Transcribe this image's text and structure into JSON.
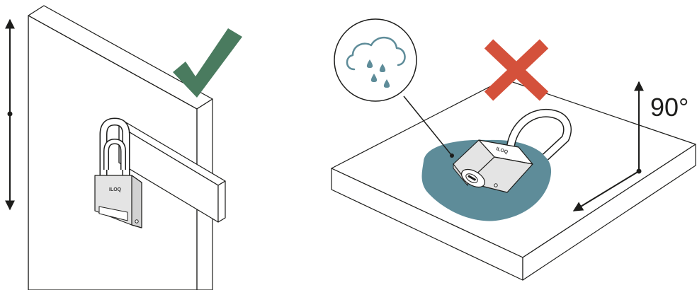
{
  "left_panel": {
    "verdict": "correct",
    "verdict_icon": "check-icon",
    "verdict_color": "#4a7b5f",
    "lock_brand": "ILOQ"
  },
  "right_panel": {
    "verdict": "incorrect",
    "verdict_icon": "cross-icon",
    "verdict_color": "#d4513b",
    "callout_icon": "rain-cloud-icon",
    "puddle_color": "#5e8c99",
    "lock_brand": "ILOQ",
    "angle_label": "90°"
  },
  "colors": {
    "stroke": "#1d1d1b",
    "lock_body": "#e4e4e4",
    "rain": "#5e8c99"
  }
}
